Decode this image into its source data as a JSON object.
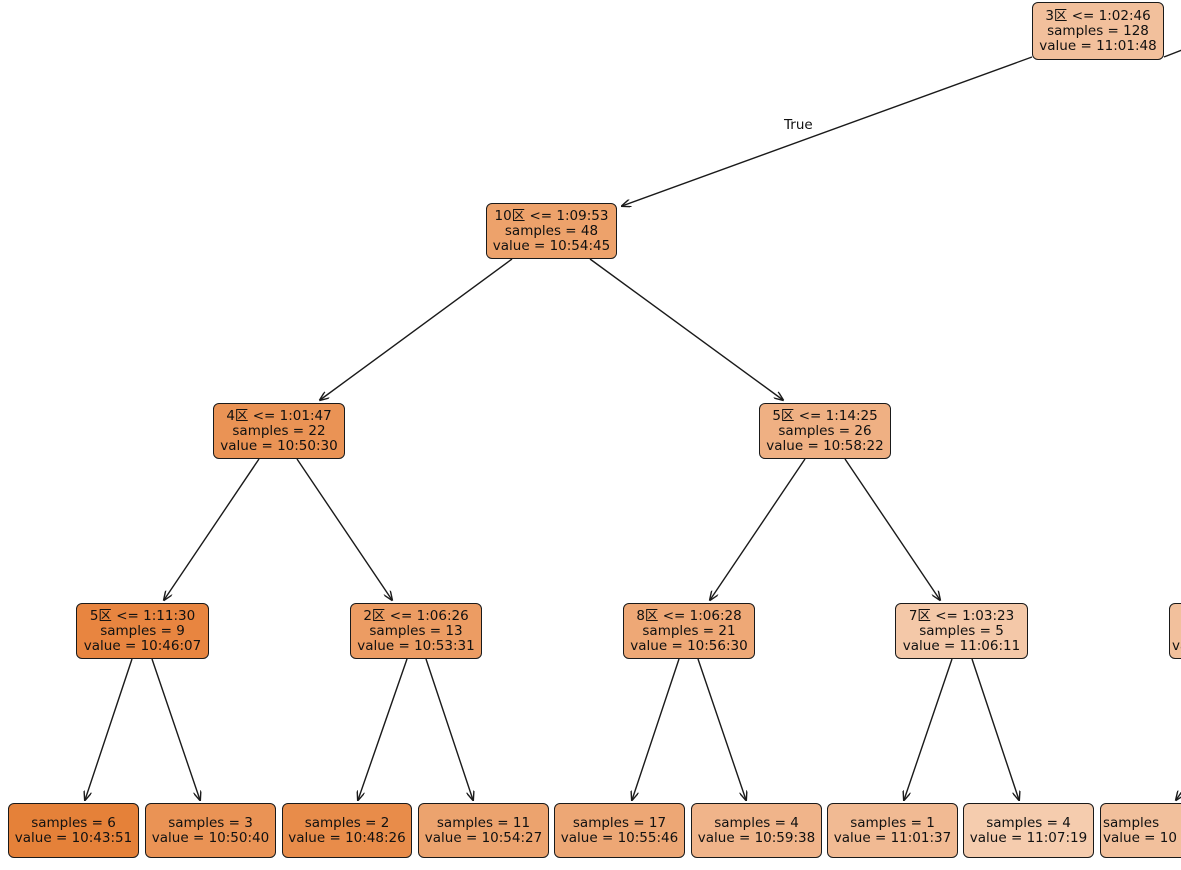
{
  "tree": {
    "true_label": "True",
    "nodes": [
      {
        "id": "n0",
        "lines": [
          "3区 <= 1:02:46",
          "samples = 128",
          "value = 11:01:48"
        ],
        "color": "#f2c09c"
      },
      {
        "id": "n1",
        "lines": [
          "10区 <= 1:09:53",
          "samples = 48",
          "value = 10:54:45"
        ],
        "color": "#eda26b"
      },
      {
        "id": "n2",
        "lines": [
          "4区 <= 1:01:47",
          "samples = 22",
          "value = 10:50:30"
        ],
        "color": "#ea9355"
      },
      {
        "id": "n3",
        "lines": [
          "5区 <= 1:14:25",
          "samples = 26",
          "value = 10:58:22"
        ],
        "color": "#efb083"
      },
      {
        "id": "n4",
        "lines": [
          "5区 <= 1:11:30",
          "samples = 9",
          "value = 10:46:07"
        ],
        "color": "#e88540"
      },
      {
        "id": "n5",
        "lines": [
          "2区 <= 1:06:26",
          "samples = 13",
          "value = 10:53:31"
        ],
        "color": "#ec9c63"
      },
      {
        "id": "n6",
        "lines": [
          "8区 <= 1:06:28",
          "samples = 21",
          "value = 10:56:30"
        ],
        "color": "#eea876"
      },
      {
        "id": "n7",
        "lines": [
          "7区 <= 1:03:23",
          "samples = 5",
          "value = 11:06:11"
        ],
        "color": "#f4c8a8"
      },
      {
        "id": "n8",
        "lines": [
          "",
          "",
          "va"
        ],
        "color": "#f2c09c"
      },
      {
        "id": "l0",
        "lines": [
          "samples = 6",
          "value = 10:43:51"
        ],
        "color": "#e58139"
      },
      {
        "id": "l1",
        "lines": [
          "samples = 3",
          "value = 10:50:40"
        ],
        "color": "#ea9355"
      },
      {
        "id": "l2",
        "lines": [
          "samples = 2",
          "value = 10:48:26"
        ],
        "color": "#e88c4a"
      },
      {
        "id": "l3",
        "lines": [
          "samples = 11",
          "value = 10:54:27"
        ],
        "color": "#eca36e"
      },
      {
        "id": "l4",
        "lines": [
          "samples = 17",
          "value = 10:55:46"
        ],
        "color": "#eda775"
      },
      {
        "id": "l5",
        "lines": [
          "samples = 4",
          "value = 10:59:38"
        ],
        "color": "#f0b48a"
      },
      {
        "id": "l6",
        "lines": [
          "samples = 1",
          "value = 11:01:37"
        ],
        "color": "#f1ba93"
      },
      {
        "id": "l7",
        "lines": [
          "samples = 4",
          "value = 11:07:19"
        ],
        "color": "#f5ccae"
      },
      {
        "id": "l8",
        "lines": [
          "samples",
          "value = 10"
        ],
        "color": "#f2c09c"
      }
    ]
  }
}
